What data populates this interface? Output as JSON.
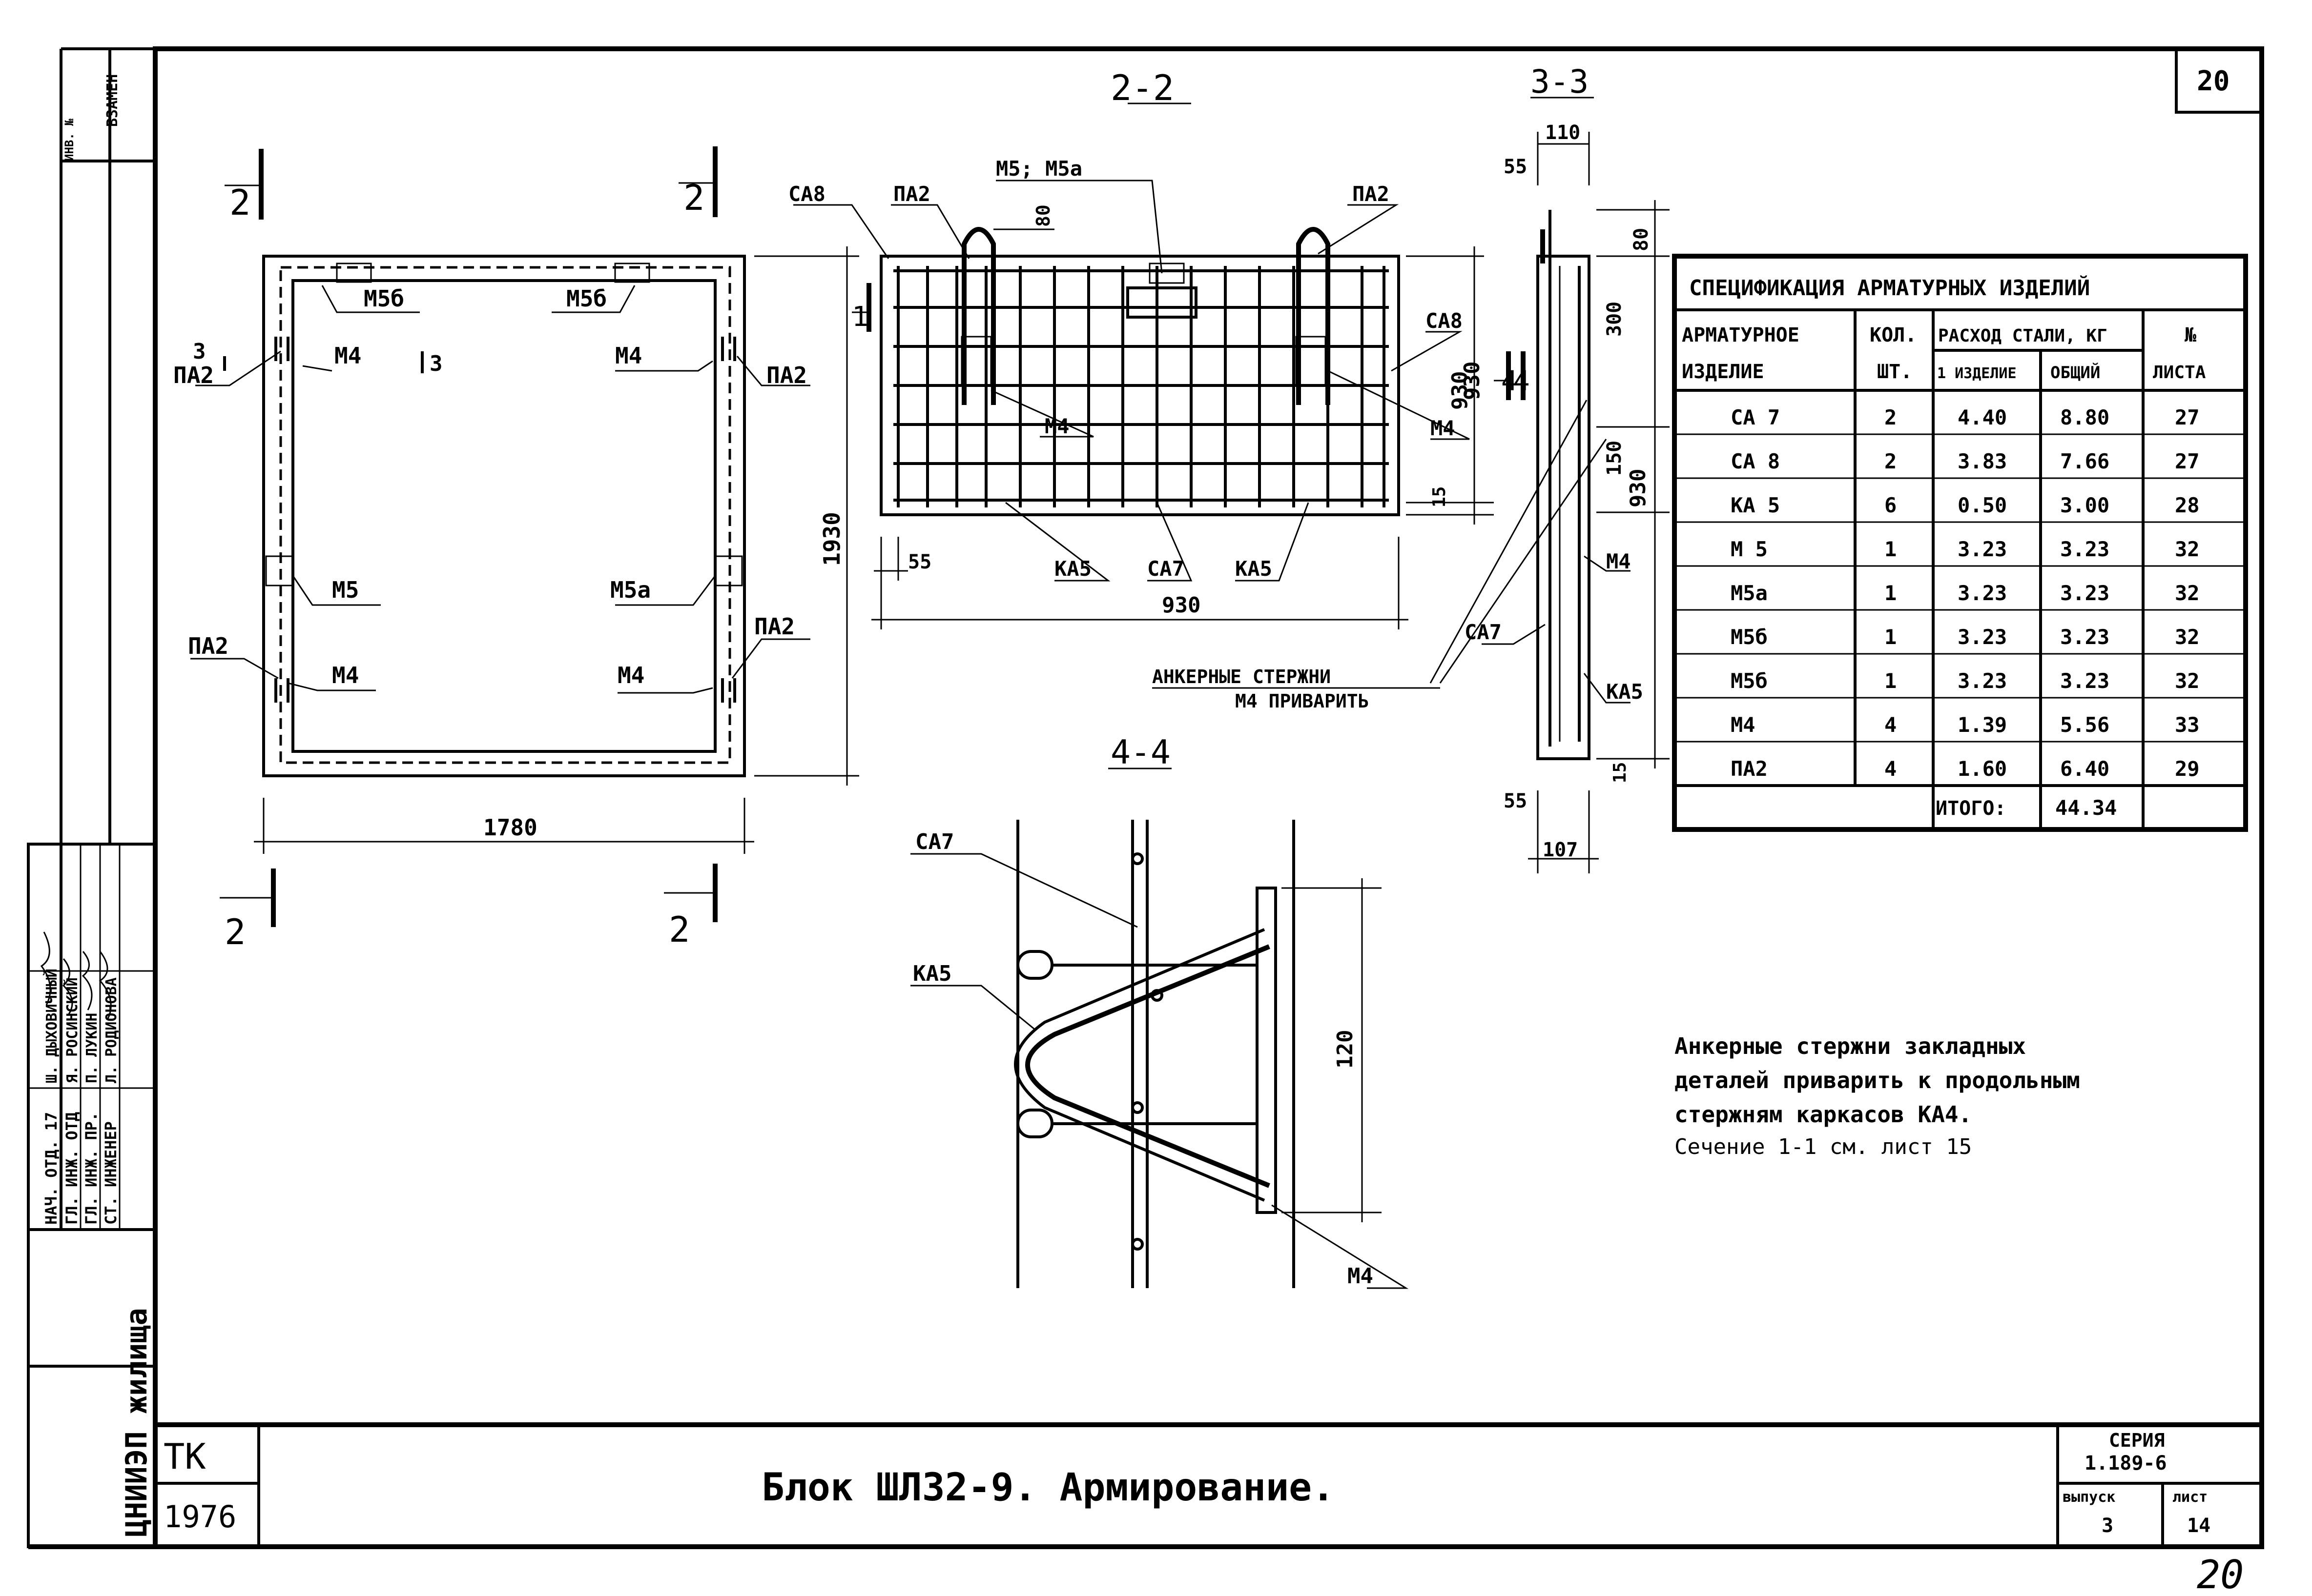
{
  "sheet": {
    "sheet_no_top": "20",
    "handwritten_no": "20",
    "title": "Блок  ШЛ32-9.  Армирование.",
    "tk": "ТК",
    "year": "1976",
    "series_label": "СЕРИЯ",
    "series": "1.189-6",
    "issue_label": "выпуск",
    "issue": "3",
    "list_label": "лист",
    "list": "14",
    "org": "ЦНИИЭП жилища",
    "margin_vzamen": "ВЗАМЕН",
    "margin_top_small": "ИНВ. №"
  },
  "signatures": [
    {
      "role": "НАЧ. ОТД. 17",
      "name": "Ш. ДЫХОВИЧНЫЙ"
    },
    {
      "role": "ГЛ. ИНЖ. ОТД",
      "name": "Я. РОСИНСКИЙ"
    },
    {
      "role": "ГЛ. ИНЖ. ПР.",
      "name": "П. ЛУКИН"
    },
    {
      "role": "СТ. ИНЖЕНЕР",
      "name": "Л. РОДИОНОВА"
    }
  ],
  "plan": {
    "cut_mark": "2",
    "dim_width": "1780",
    "dim_height": "1930",
    "section_3": "3",
    "labels": {
      "m5b_left": "М5б",
      "m5b_right": "М5б",
      "m4_tl": "М4",
      "m4_tr": "М4",
      "m4_bl": "М4",
      "m4_br": "М4",
      "pa2_tl": "ПА2",
      "pa2_tr": "ПА2",
      "pa2_bl": "ПА2",
      "pa2_br": "ПА2",
      "m5": "М5",
      "m5a": "М5а"
    }
  },
  "sec22": {
    "title": "2-2",
    "labels": {
      "sa8_left": "СА8",
      "pa2_left": "ПА2",
      "m5": "М5; М5а",
      "pa2_right": "ПА2",
      "sa8_right": "СА8",
      "m4_mid": "М4",
      "m4_right": "М4",
      "ka5_left": "КА5",
      "sa7": "СА7",
      "ka5_right": "КА5",
      "cut1": "1",
      "cut4": "4"
    },
    "dims": {
      "d80": "80",
      "d55": "55",
      "d930w": "930",
      "d930h": "930",
      "d15": "15"
    },
    "anchor_note_1": "АНКЕРНЫЕ  СТЕРЖНИ",
    "anchor_note_2": "М4  ПРИВАРИТЬ"
  },
  "sec33": {
    "title": "3-3",
    "dims": {
      "d110": "110",
      "d55t": "55",
      "d80": "80",
      "d300": "300",
      "d930": "930",
      "d150": "150",
      "d15": "15",
      "d55b": "55",
      "d107": "107"
    },
    "labels": {
      "m4": "М4",
      "sa7": "СА7",
      "ka5": "КА5",
      "cut4": "4"
    }
  },
  "sec44": {
    "title": "4-4",
    "labels": {
      "sa7": "СА7",
      "ka5": "КА5",
      "m4": "М4"
    },
    "dims": {
      "d120": "120"
    }
  },
  "spec": {
    "title": "СПЕЦИФИКАЦИЯ  АРМАТУРНЫХ  ИЗДЕЛИЙ",
    "headers": {
      "item_1": "АРМАТУРНОЕ",
      "item_2": "ИЗДЕЛИЕ",
      "qty_1": "КОЛ.",
      "qty_2": "ШТ.",
      "steel": "РАСХОД СТАЛИ, КГ",
      "one": "1 ИЗДЕЛИЕ",
      "total": "ОБЩИЙ",
      "no_1": "№",
      "no_2": "ЛИСТА"
    },
    "rows": [
      {
        "item": "СА 7",
        "qty": "2",
        "one": "4.40",
        "total": "8.80",
        "sheet": "27"
      },
      {
        "item": "СА 8",
        "qty": "2",
        "one": "3.83",
        "total": "7.66",
        "sheet": "27"
      },
      {
        "item": "КА 5",
        "qty": "6",
        "one": "0.50",
        "total": "3.00",
        "sheet": "28"
      },
      {
        "item": "М 5",
        "qty": "1",
        "one": "3.23",
        "total": "3.23",
        "sheet": "32"
      },
      {
        "item": "М5а",
        "qty": "1",
        "one": "3.23",
        "total": "3.23",
        "sheet": "32"
      },
      {
        "item": "М5б",
        "qty": "1",
        "one": "3.23",
        "total": "3.23",
        "sheet": "32"
      },
      {
        "item": "М5б",
        "qty": "1",
        "one": "3.23",
        "total": "3.23",
        "sheet": "32"
      },
      {
        "item": "М4",
        "qty": "4",
        "one": "1.39",
        "total": "5.56",
        "sheet": "33"
      },
      {
        "item": "ПА2",
        "qty": "4",
        "one": "1.60",
        "total": "6.40",
        "sheet": "29"
      }
    ],
    "total_label": "ИТОГО:",
    "total_value": "44.34"
  },
  "notes": [
    "Анкерные стержни закладных",
    "деталей приварить к продольным",
    "стержням каркасов КА4.",
    "Сечение 1-1 см. лист 15"
  ]
}
